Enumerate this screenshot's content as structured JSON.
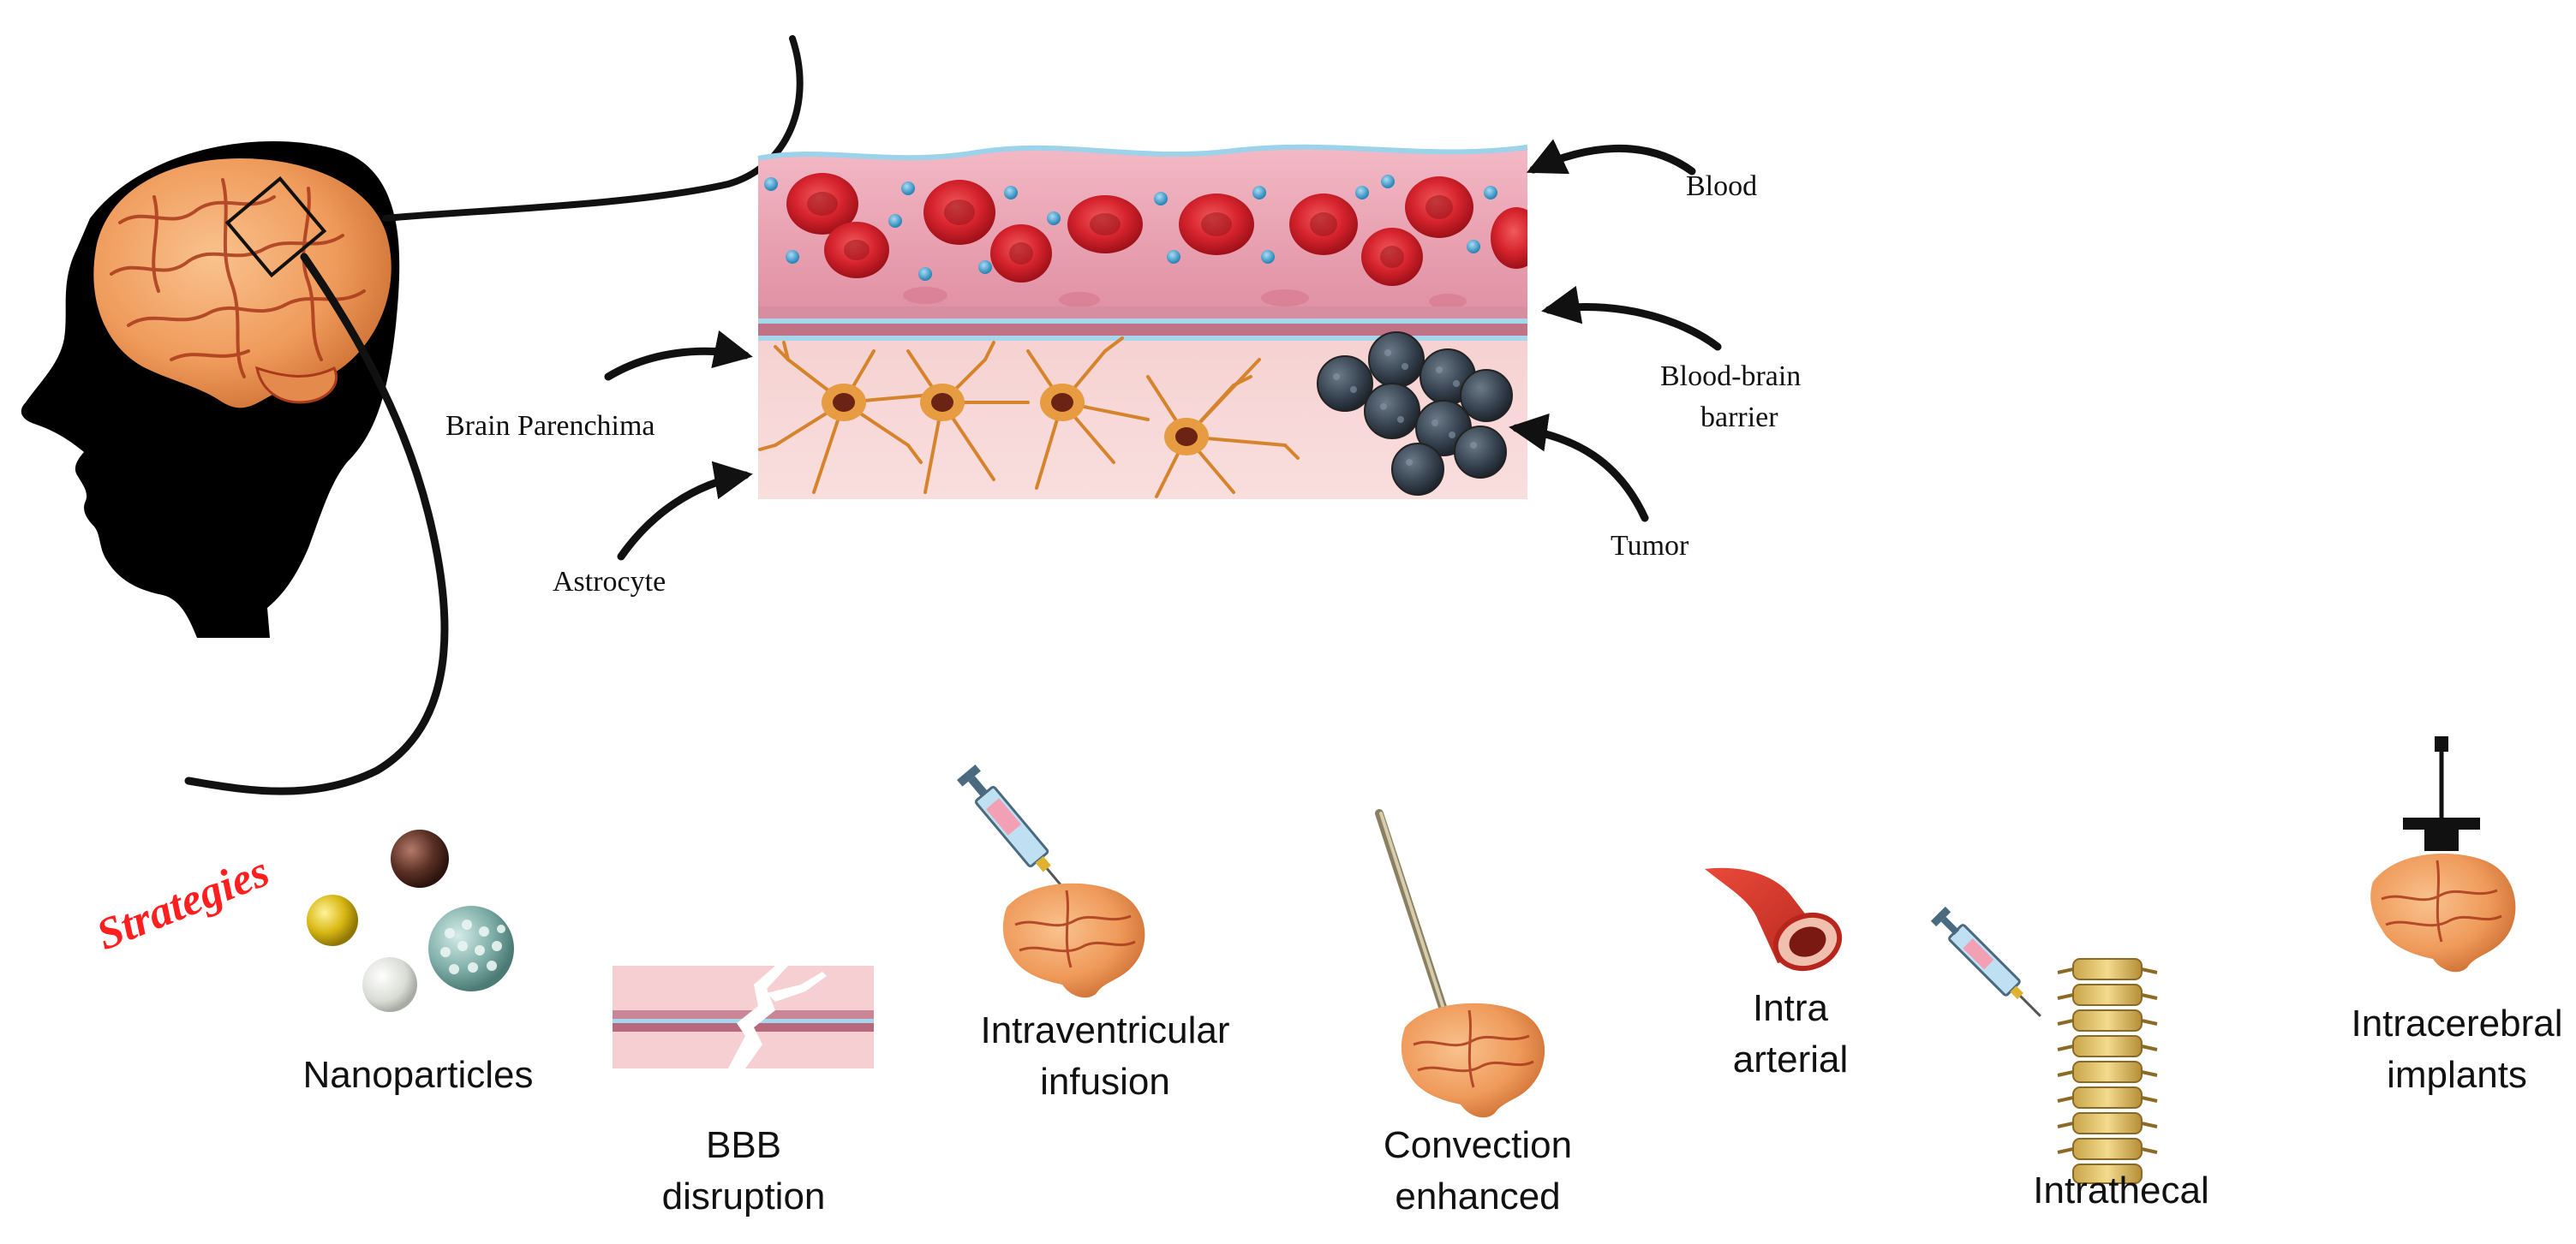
{
  "labels": {
    "blood": "Blood",
    "bbb_line1": "Blood-brain",
    "bbb_line2": "barrier",
    "parenchyma": "Brain Parenchima",
    "tumor": "Tumor",
    "astrocyte": "Astrocyte"
  },
  "strategies_title": "Strategies",
  "strategies": [
    {
      "id": "nanoparticles",
      "lines": [
        "Nanoparticles"
      ]
    },
    {
      "id": "bbb-disruption",
      "lines": [
        "BBB",
        "disruption"
      ]
    },
    {
      "id": "intraventricular",
      "lines": [
        "Intraventricular",
        "infusion"
      ]
    },
    {
      "id": "convection",
      "lines": [
        "Convection",
        "enhanced"
      ]
    },
    {
      "id": "intra-arterial",
      "lines": [
        "Intra",
        "arterial"
      ]
    },
    {
      "id": "intrathecal",
      "lines": [
        "Intrathecal"
      ]
    },
    {
      "id": "intracerebral",
      "lines": [
        "Intracerebral",
        "implants"
      ]
    }
  ],
  "colors": {
    "red_cell": "#d7242e",
    "plasma_dot": "#3b97c9",
    "brain": "#f2a266",
    "tumor_cell": "#3a4654",
    "astrocyte": "#d6842c",
    "strategies_text": "#ff1f1f"
  }
}
